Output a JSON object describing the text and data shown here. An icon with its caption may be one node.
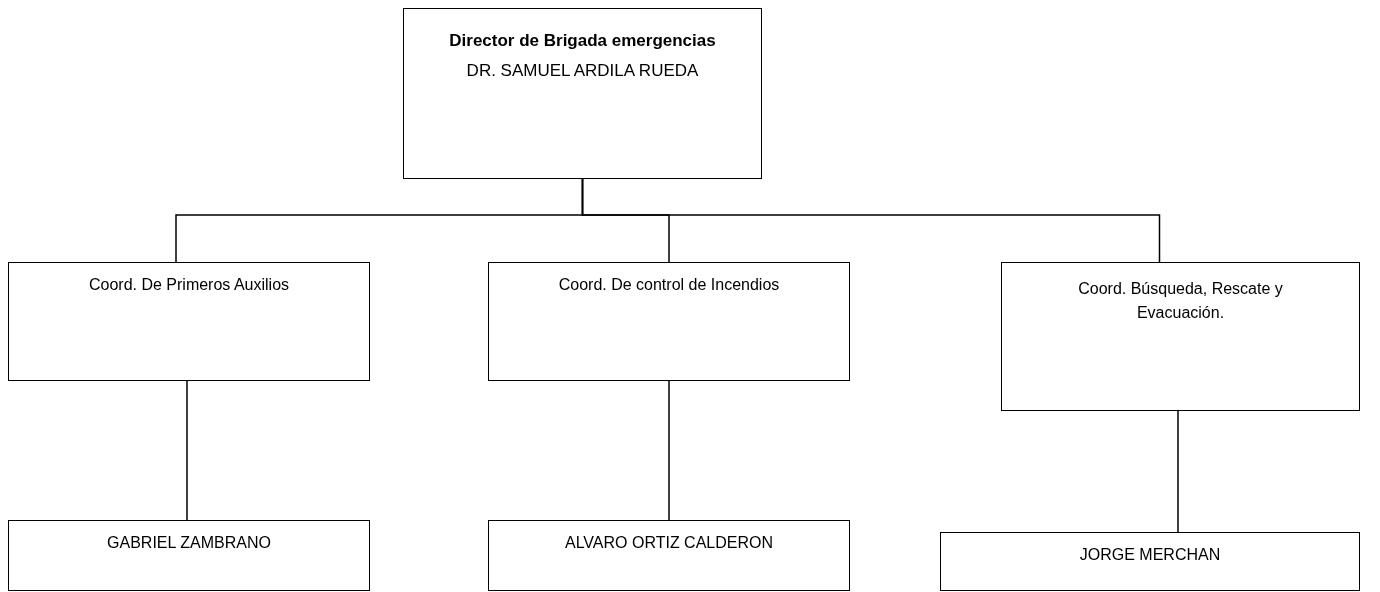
{
  "diagram": {
    "nodes": [
      {
        "text": [
          "Director de Brigada emergencias",
          "DR. SAMUEL ARDILA RUEDA"
        ]
      },
      {
        "text": [
          "Coord. De Primeros Auxilios"
        ]
      },
      {
        "text": [
          "Coord. De control de Incendios"
        ]
      },
      {
        "text": [
          "Coord. Búsqueda, Rescate y Evacuación."
        ]
      },
      {
        "text": [
          "GABRIEL ZAMBRANO"
        ]
      },
      {
        "text": [
          "ALVARO ORTIZ CALDERON"
        ]
      },
      {
        "text": [
          "JORGE MERCHAN"
        ]
      }
    ],
    "edges": [
      {
        "from": 0,
        "to": 1,
        "arrow": "none"
      },
      {
        "from": 0,
        "to": 2,
        "arrow": "none"
      },
      {
        "from": 0,
        "to": 3,
        "arrow": "none"
      },
      {
        "from": 1,
        "to": 4,
        "arrow": "none"
      },
      {
        "from": 2,
        "to": 5,
        "arrow": "none"
      },
      {
        "from": 3,
        "to": 6,
        "arrow": "none"
      }
    ]
  }
}
